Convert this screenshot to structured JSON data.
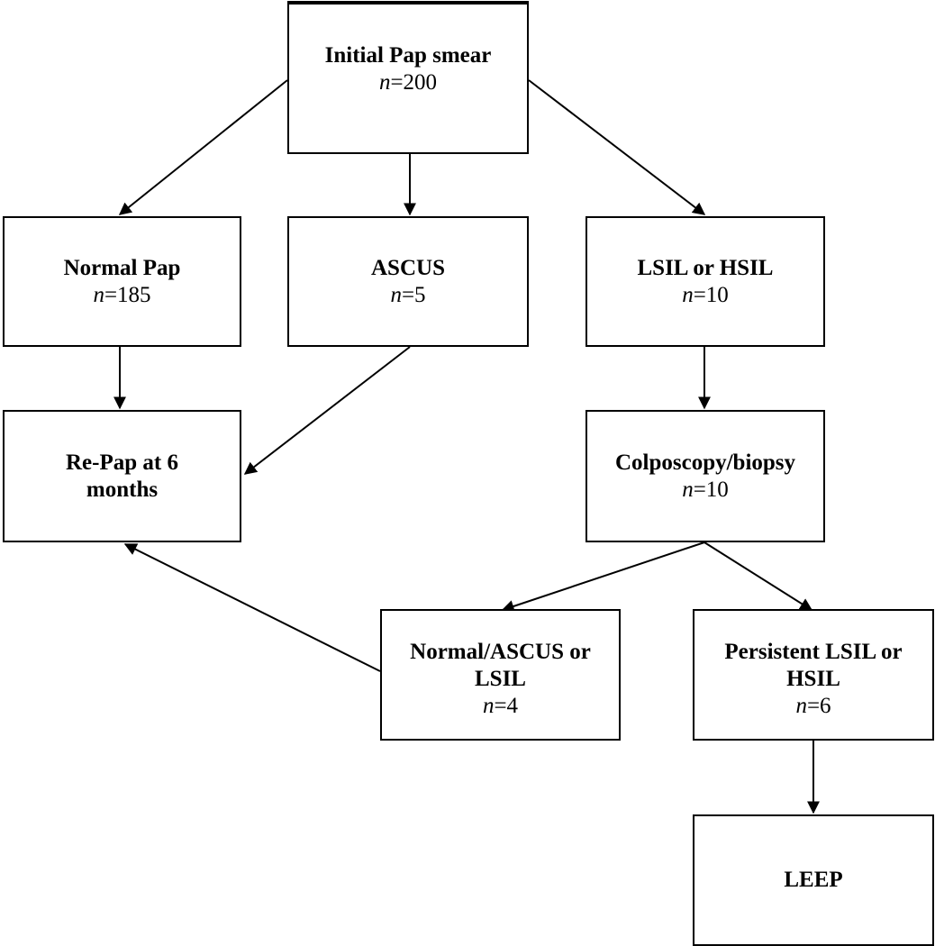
{
  "diagram": {
    "nodes": {
      "initial": {
        "title": "Initial Pap smear",
        "n_label": "n",
        "n_value": "=200"
      },
      "normal": {
        "title": "Normal Pap",
        "n_label": "n",
        "n_value": "=185"
      },
      "ascus": {
        "title": "ASCUS",
        "n_label": "n",
        "n_value": "=5"
      },
      "lsil_hsil": {
        "title": "LSIL or HSIL",
        "n_label": "n",
        "n_value": "=10"
      },
      "repap": {
        "title": "Re-Pap at 6 months"
      },
      "colposcopy": {
        "title": "Colposcopy/biopsy",
        "n_label": "n",
        "n_value": "=10"
      },
      "normal_ascus_lsil": {
        "title": "Normal/ASCUS or LSIL",
        "n_label": "n",
        "n_value": "=4"
      },
      "persistent": {
        "title": "Persistent LSIL or HSIL",
        "n_label": "n",
        "n_value": "=6"
      },
      "leep": {
        "title": "LEEP"
      }
    },
    "edges": [
      {
        "from": "initial",
        "to": "normal"
      },
      {
        "from": "initial",
        "to": "ascus"
      },
      {
        "from": "initial",
        "to": "lsil_hsil"
      },
      {
        "from": "normal",
        "to": "repap"
      },
      {
        "from": "ascus",
        "to": "repap"
      },
      {
        "from": "lsil_hsil",
        "to": "colposcopy"
      },
      {
        "from": "colposcopy",
        "to": "normal_ascus_lsil"
      },
      {
        "from": "colposcopy",
        "to": "persistent"
      },
      {
        "from": "normal_ascus_lsil",
        "to": "repap"
      },
      {
        "from": "persistent",
        "to": "leep"
      }
    ]
  }
}
